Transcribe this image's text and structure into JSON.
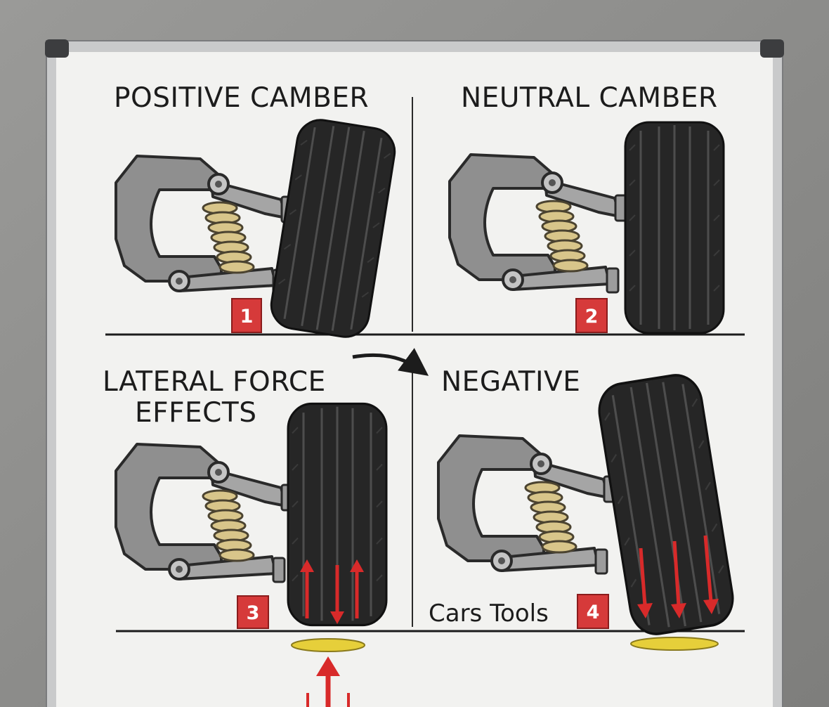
{
  "panels": [
    {
      "title_lines": [
        "POSITIVE CAMBER"
      ],
      "badge": "1"
    },
    {
      "title_lines": [
        "NEUTRAL CAMBER"
      ],
      "badge": "2"
    },
    {
      "title_lines": [
        "LATERAL FORCE",
        "EFFECTS"
      ],
      "badge": "3"
    },
    {
      "title_lines": [
        "NEGATIVE"
      ],
      "badge": "4"
    }
  ],
  "watermark": "Cars Tools",
  "colors": {
    "wall": "#8d8d8b",
    "board": "#f2f2f0",
    "frame": "#c9cacb",
    "tire": "#262626",
    "metal": "#8f8f8f",
    "spring": "#d8c58a",
    "badge": "#d63a3a",
    "force_arrow": "#d82a2a",
    "contact_patch": "#e6cf3a"
  }
}
